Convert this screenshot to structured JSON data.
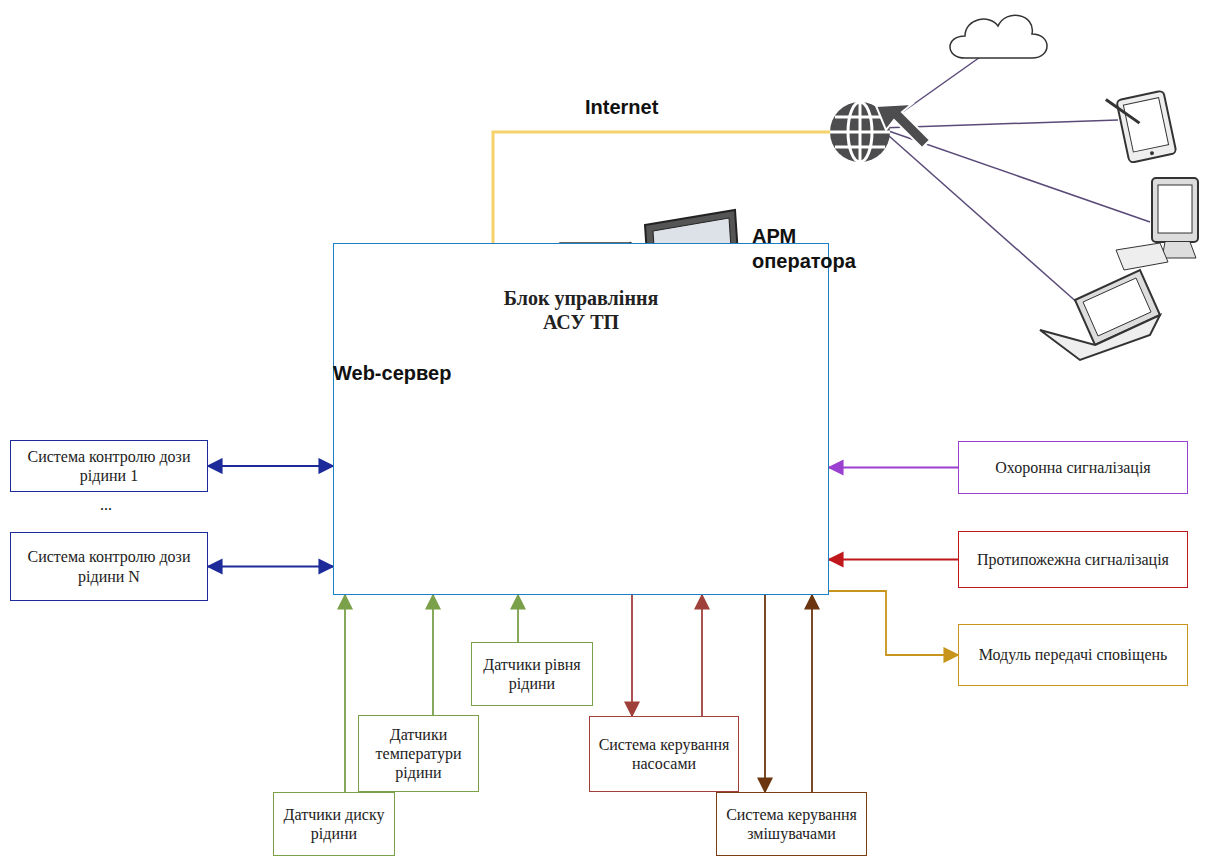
{
  "diagram": {
    "nodes": [
      {
        "text": [
          "Блок управління АСУ ТП"
        ]
      },
      {
        "text": [
          "Система контролю дози рідини 1"
        ]
      },
      {
        "text": [
          "Система контролю дози рідини N"
        ]
      },
      {
        "text": [
          "Охоронна сигналізація"
        ]
      },
      {
        "text": [
          "Протипожежна сигналізація"
        ]
      },
      {
        "text": [
          "Модуль передачі сповіщень"
        ]
      },
      {
        "text": [
          "Датчики рівня рідини"
        ]
      },
      {
        "text": [
          "Датчики температури рідини"
        ]
      },
      {
        "text": [
          "Датчики диску рідини"
        ]
      },
      {
        "text": [
          "Система керування насосами"
        ]
      },
      {
        "text": [
          "Система керування змішувачами"
        ]
      }
    ],
    "edges": [
      {
        "from": 1,
        "to": 0,
        "arrow": "both"
      },
      {
        "from": 2,
        "to": 0,
        "arrow": "both"
      },
      {
        "from": 3,
        "to": 0,
        "arrow": "to"
      },
      {
        "from": 4,
        "to": 0,
        "arrow": "to"
      },
      {
        "from": 0,
        "to": 5,
        "arrow": "to"
      },
      {
        "from": 8,
        "to": 0,
        "arrow": "to"
      },
      {
        "from": 7,
        "to": 0,
        "arrow": "to"
      },
      {
        "from": 6,
        "to": 0,
        "arrow": "to"
      },
      {
        "from": 0,
        "to": 9,
        "arrow": "to"
      },
      {
        "from": 9,
        "to": 0,
        "arrow": "to"
      },
      {
        "from": 0,
        "to": 10,
        "arrow": "to"
      },
      {
        "from": 10,
        "to": 0,
        "arrow": "to"
      }
    ],
    "labels": [
      "Internet",
      "Web-сервер",
      "АРМ оператора",
      "..."
    ]
  }
}
